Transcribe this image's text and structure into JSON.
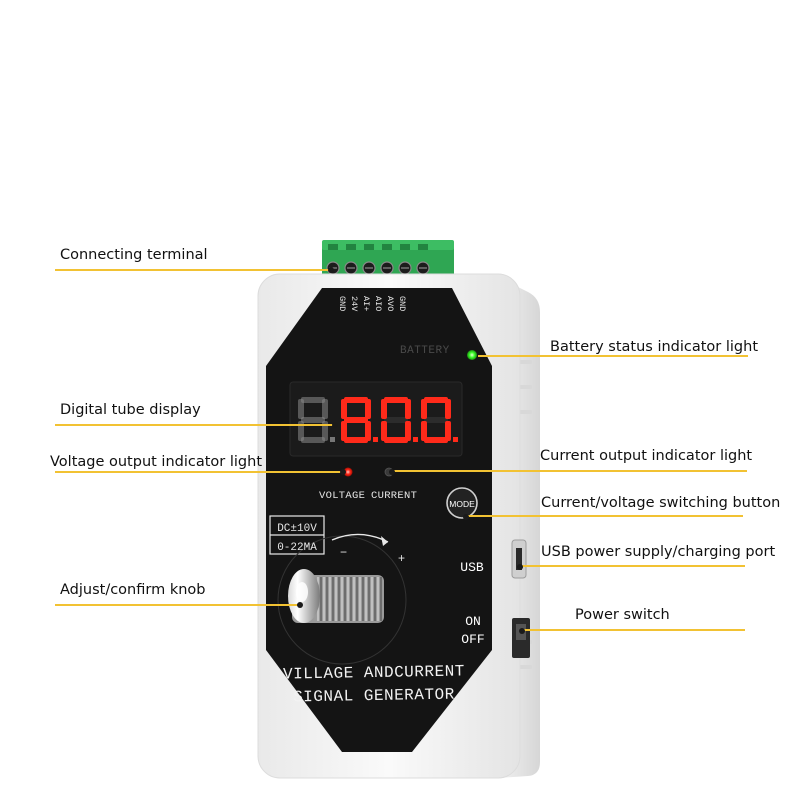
{
  "device": {
    "terminal_labels": [
      "GND",
      "24V",
      "AI+",
      "AIO",
      "AVO",
      "GND"
    ],
    "battery_label": "BATTERY",
    "display_digits": [
      "8.",
      "8.",
      "0.",
      "0."
    ],
    "voltage_label": "VOLTAGE",
    "current_label": "CURRENT",
    "mode_label": "MODE",
    "spec_lines": [
      "DC±10V",
      "0-22MA"
    ],
    "knob_minus": "−",
    "knob_plus": "+",
    "usb_label": "USB",
    "on_label": "ON",
    "off_label": "OFF",
    "title_line1": "VILLAGE ANDCURRENT",
    "title_line2": "SIGNAL GENERATOR"
  },
  "callouts": {
    "connecting_terminal": "Connecting terminal",
    "digital_tube_display": "Digital tube display",
    "voltage_indicator": "Voltage output indicator light",
    "adjust_knob": "Adjust/confirm knob",
    "battery_indicator": "Battery status indicator light",
    "current_indicator": "Current output indicator light",
    "mode_button": "Current/voltage switching button",
    "usb_port": "USB power supply/charging port",
    "power_switch": "Power switch"
  },
  "colors": {
    "leader_line": "#f2c233",
    "led_red": "#ff2a1a",
    "led_green": "#3cff2a",
    "terminal_green": "#2fa653",
    "panel_black": "#141414",
    "case_white": "#f4f4f4"
  }
}
